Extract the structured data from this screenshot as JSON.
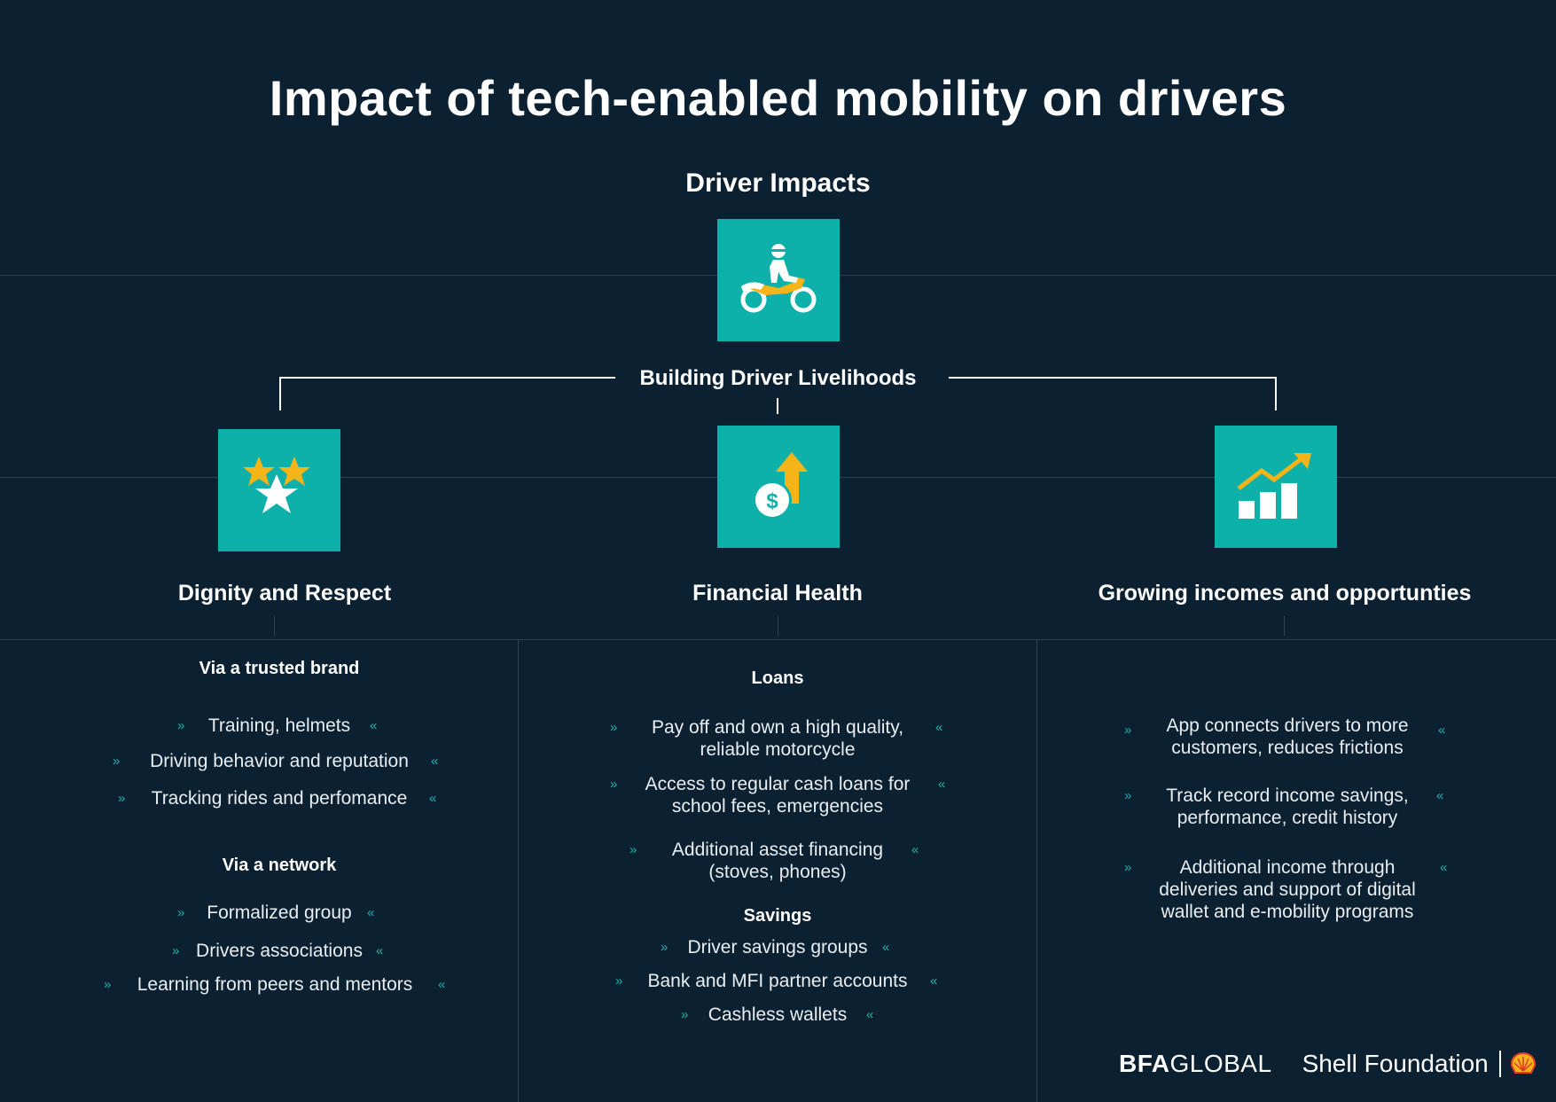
{
  "title": "Impact of tech-enabled mobility on drivers",
  "driver_impacts_label": "Driver Impacts",
  "building_label": "Building Driver Livelihoods",
  "icons": {
    "motorcycle": "motorcycle-rider-icon",
    "stars": "stars-rating-icon",
    "money": "dollar-growth-icon",
    "chart": "bar-chart-growth-icon"
  },
  "colors": {
    "background": "#0b2030",
    "icon_box": "#0eb0aa",
    "accent_yellow": "#f5b417",
    "chevron": "#1fb3ad"
  },
  "categories": {
    "dignity": {
      "title": "Dignity and Respect",
      "sub1": "Via a trusted brand",
      "items1": [
        "Training, helmets",
        "Driving behavior and reputation",
        "Tracking rides and perfomance"
      ],
      "sub2": "Via a network",
      "items2": [
        "Formalized group",
        "Drivers associations",
        "Learning from peers and mentors"
      ]
    },
    "financial": {
      "title": "Financial Health",
      "sub1": "Loans",
      "items1": [
        "Pay off and own a high quality, reliable motorcycle",
        "Access to regular cash loans for school fees, emergencies",
        "Additional asset financing (stoves, phones)"
      ],
      "sub2": "Savings",
      "items2": [
        "Driver savings groups",
        "Bank and MFI partner accounts",
        "Cashless wallets"
      ]
    },
    "growing": {
      "title": "Growing incomes and opportunties",
      "items": [
        "App connects drivers to more customers, reduces frictions",
        "Track record income savings, performance, credit history",
        "Additional income through deliveries and support of digital wallet and e-mobility programs"
      ]
    }
  },
  "logos": {
    "bfa_bold": "BFA",
    "bfa_rest": "GLOBAL",
    "shell": "Shell Foundation"
  }
}
